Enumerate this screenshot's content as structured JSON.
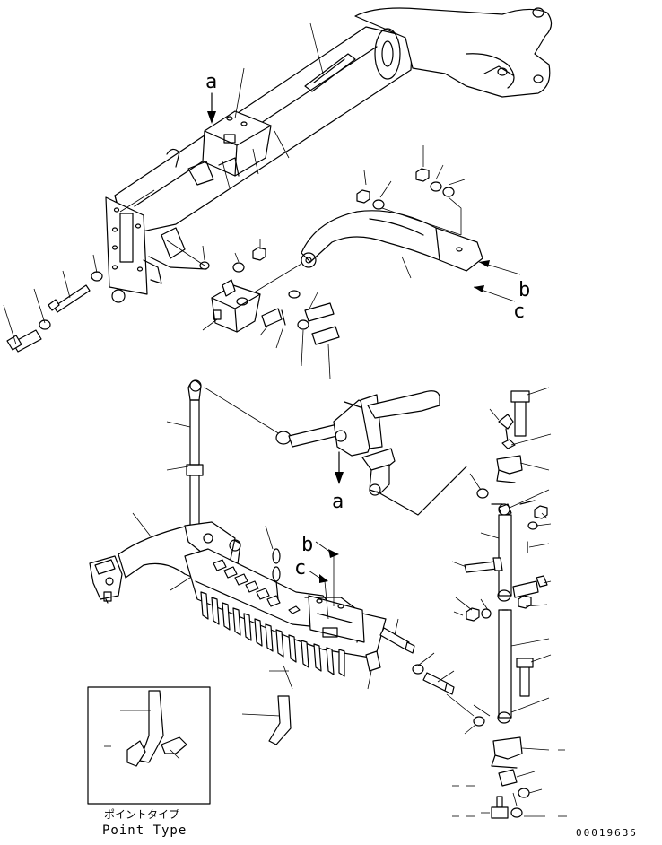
{
  "diagram": {
    "callouts": {
      "a_top": "a",
      "a_mid": "a",
      "b_right": "b",
      "c_right": "c",
      "b_mid": "b",
      "c_mid": "c"
    },
    "inset": {
      "caption_jp": "ポイントタイプ",
      "caption_en": "Point Type"
    },
    "drawing_number": "00019635",
    "icons": [
      "arrow-icon",
      "bolt-icon",
      "washer-icon",
      "nut-icon",
      "pin-icon",
      "ripper-tooth-icon"
    ]
  }
}
